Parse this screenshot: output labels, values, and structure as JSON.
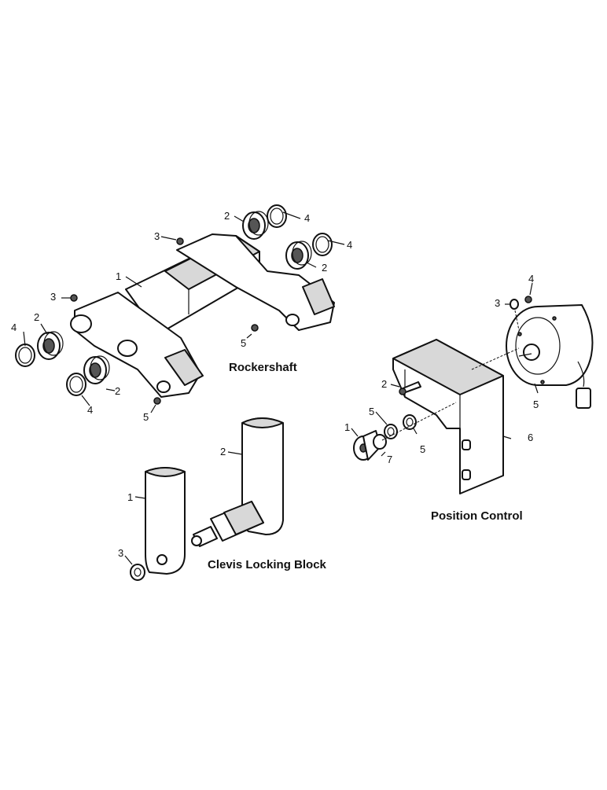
{
  "titles": {
    "rockershaft": "Rockershaft",
    "clevis": "Clevis Locking Block",
    "position": "Position Control"
  },
  "rockershaft_callouts": {
    "a": "1",
    "b": "2",
    "c": "2",
    "d": "2",
    "e": "2",
    "f": "3",
    "g": "3",
    "h": "4",
    "i": "4",
    "j": "4",
    "k": "4",
    "l": "5",
    "m": "5"
  },
  "clevis_callouts": {
    "a": "1",
    "b": "2",
    "c": "3"
  },
  "position_callouts": {
    "a": "1",
    "b": "2",
    "c": "3",
    "d": "4",
    "e": "5",
    "f": "5",
    "g": "5",
    "h": "6",
    "i": "7"
  }
}
